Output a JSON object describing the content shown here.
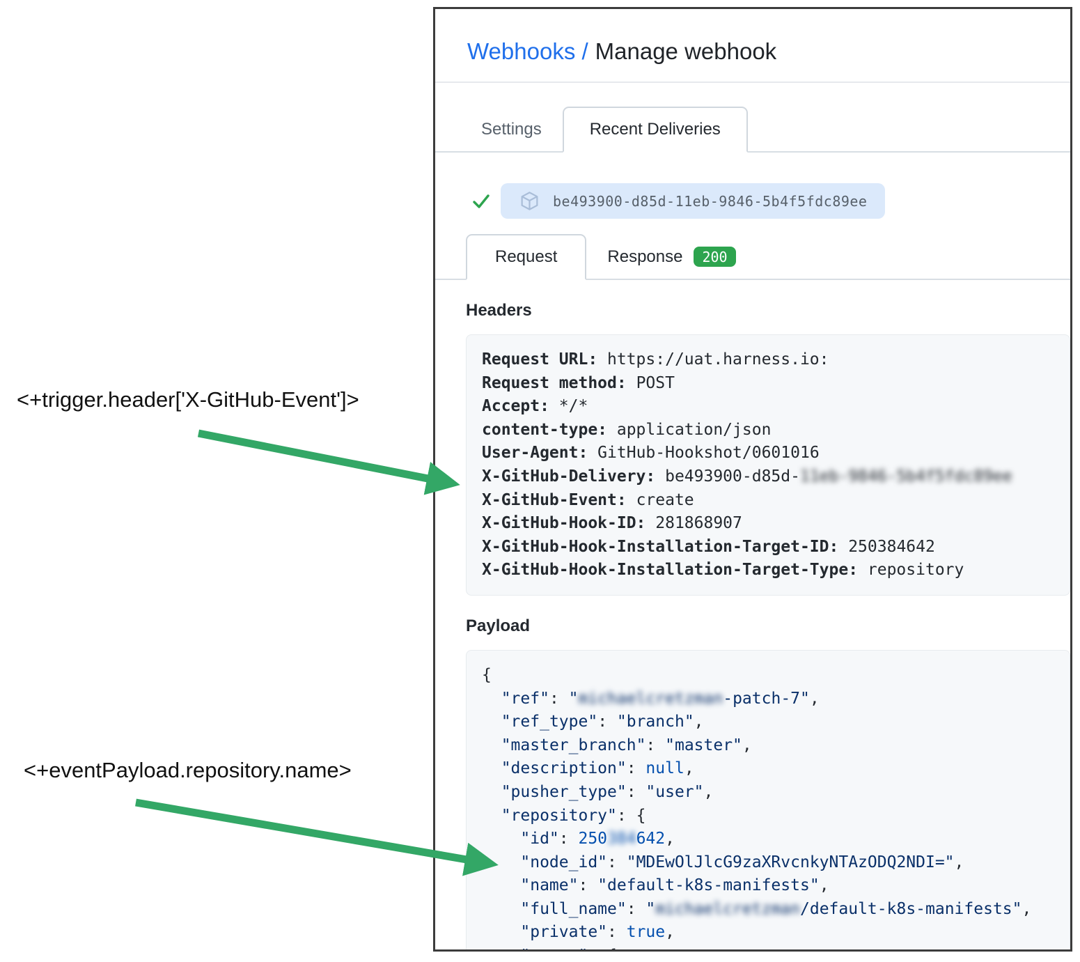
{
  "annotations": {
    "trigger_header_expression": "<+trigger.header['X-GitHub-Event']>",
    "payload_expression": "<+eventPayload.repository.name>"
  },
  "breadcrumb": {
    "link": "Webhooks /",
    "current": "Manage webhook"
  },
  "tabs": {
    "settings": "Settings",
    "recent_deliveries": "Recent Deliveries"
  },
  "delivery": {
    "id": "be493900-d85d-11eb-9846-5b4f5fdc89ee"
  },
  "subtabs": {
    "request": "Request",
    "response": "Response",
    "status_code": "200"
  },
  "icons": {
    "check": "check-icon",
    "package": "package-icon",
    "arrows": "green-arrow"
  },
  "colors": {
    "link_blue": "#1f6feb",
    "success_green": "#2da44e",
    "badge_green": "#2da44e",
    "arrow_green": "#33a766",
    "pill_background": "#dbe9fb",
    "code_background": "#f6f8fa",
    "json_string": "#0a3069",
    "json_literal": "#0550ae"
  },
  "headers_section": {
    "title": "Headers",
    "rows": [
      {
        "label": "Request URL:",
        "value": "https://uat.harness.io:"
      },
      {
        "label": "Request method:",
        "value": "POST"
      },
      {
        "label": "Accept:",
        "value": "*/*"
      },
      {
        "label": "content-type:",
        "value": "application/json"
      },
      {
        "label": "User-Agent:",
        "value": "GitHub-Hookshot/0601016"
      },
      {
        "label": "X-GitHub-Delivery:",
        "value": "be493900-d85d-",
        "blurred": "11eb-9846-5b4f5fdc89ee"
      },
      {
        "label": "X-GitHub-Event:",
        "value": "create"
      },
      {
        "label": "X-GitHub-Hook-ID:",
        "value": "281868907"
      },
      {
        "label": "X-GitHub-Hook-Installation-Target-ID:",
        "value": "250384642"
      },
      {
        "label": "X-GitHub-Hook-Installation-Target-Type:",
        "value": "repository"
      }
    ]
  },
  "payload_section": {
    "title": "Payload",
    "lines": [
      [
        {
          "t": "p",
          "v": "{"
        }
      ],
      [
        {
          "t": "p",
          "v": "  "
        },
        {
          "t": "s",
          "v": "\"ref\""
        },
        {
          "t": "p",
          "v": ": "
        },
        {
          "t": "s",
          "v": "\""
        },
        {
          "t": "sx",
          "v": "michaelcretzman"
        },
        {
          "t": "s",
          "v": "-patch-7\""
        },
        {
          "t": "p",
          "v": ","
        }
      ],
      [
        {
          "t": "p",
          "v": "  "
        },
        {
          "t": "s",
          "v": "\"ref_type\""
        },
        {
          "t": "p",
          "v": ": "
        },
        {
          "t": "s",
          "v": "\"branch\""
        },
        {
          "t": "p",
          "v": ","
        }
      ],
      [
        {
          "t": "p",
          "v": "  "
        },
        {
          "t": "s",
          "v": "\"master_branch\""
        },
        {
          "t": "p",
          "v": ": "
        },
        {
          "t": "s",
          "v": "\"master\""
        },
        {
          "t": "p",
          "v": ","
        }
      ],
      [
        {
          "t": "p",
          "v": "  "
        },
        {
          "t": "s",
          "v": "\"description\""
        },
        {
          "t": "p",
          "v": ": "
        },
        {
          "t": "b",
          "v": "null"
        },
        {
          "t": "p",
          "v": ","
        }
      ],
      [
        {
          "t": "p",
          "v": "  "
        },
        {
          "t": "s",
          "v": "\"pusher_type\""
        },
        {
          "t": "p",
          "v": ": "
        },
        {
          "t": "s",
          "v": "\"user\""
        },
        {
          "t": "p",
          "v": ","
        }
      ],
      [
        {
          "t": "p",
          "v": "  "
        },
        {
          "t": "s",
          "v": "\"repository\""
        },
        {
          "t": "p",
          "v": ": {"
        }
      ],
      [
        {
          "t": "p",
          "v": "    "
        },
        {
          "t": "s",
          "v": "\"id\""
        },
        {
          "t": "p",
          "v": ": "
        },
        {
          "t": "b",
          "v": "250"
        },
        {
          "t": "bx",
          "v": "384"
        },
        {
          "t": "b",
          "v": "642"
        },
        {
          "t": "p",
          "v": ","
        }
      ],
      [
        {
          "t": "p",
          "v": "    "
        },
        {
          "t": "s",
          "v": "\"node_id\""
        },
        {
          "t": "p",
          "v": ": "
        },
        {
          "t": "s",
          "v": "\"MDEwOlJlcG9zaXRvcnkyNTAzODQ2NDI=\""
        },
        {
          "t": "p",
          "v": ","
        }
      ],
      [
        {
          "t": "p",
          "v": "    "
        },
        {
          "t": "s",
          "v": "\"name\""
        },
        {
          "t": "p",
          "v": ": "
        },
        {
          "t": "s",
          "v": "\"default-k8s-manifests\""
        },
        {
          "t": "p",
          "v": ","
        }
      ],
      [
        {
          "t": "p",
          "v": "    "
        },
        {
          "t": "s",
          "v": "\"full_name\""
        },
        {
          "t": "p",
          "v": ": "
        },
        {
          "t": "s",
          "v": "\""
        },
        {
          "t": "sx",
          "v": "michaelcretzman"
        },
        {
          "t": "s",
          "v": "/default-k8s-manifests\""
        },
        {
          "t": "p",
          "v": ","
        }
      ],
      [
        {
          "t": "p",
          "v": "    "
        },
        {
          "t": "s",
          "v": "\"private\""
        },
        {
          "t": "p",
          "v": ": "
        },
        {
          "t": "b",
          "v": "true"
        },
        {
          "t": "p",
          "v": ","
        }
      ],
      [
        {
          "t": "p",
          "v": "    "
        },
        {
          "t": "s",
          "v": "\"owner\""
        },
        {
          "t": "p",
          "v": ": {"
        }
      ]
    ]
  }
}
